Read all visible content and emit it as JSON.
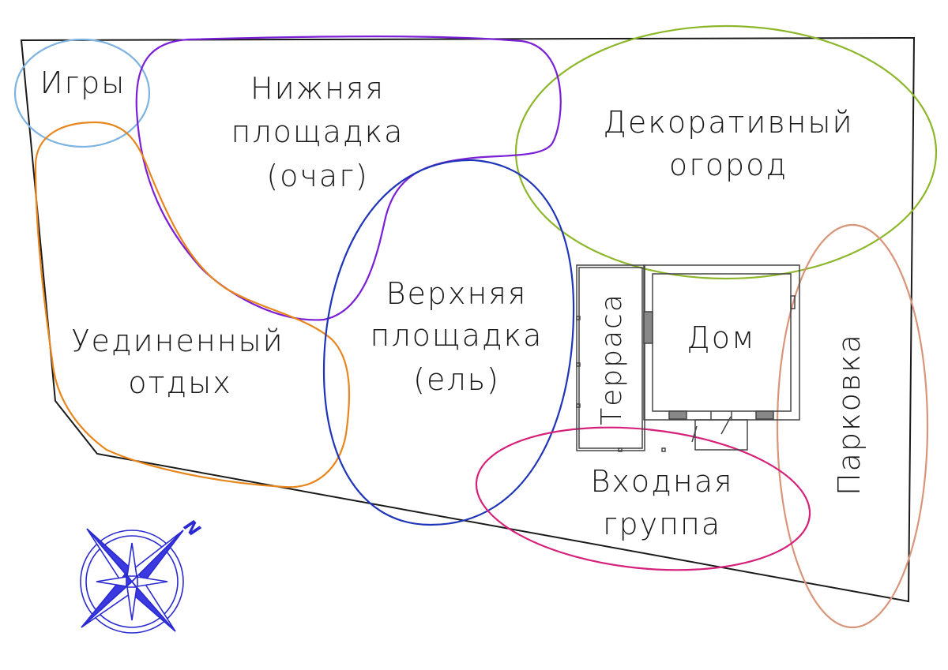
{
  "diagram": {
    "type": "site-zoning-plan",
    "colors": {
      "boundary": "#1a1a1a",
      "igry": "#7fb3e0",
      "nizhnyaya": "#7a1fd6",
      "uedinenny": "#e8861e",
      "verkhnyaya": "#1f35b8",
      "dekorativny": "#8db72a",
      "vkhodnaya": "#d6217a",
      "parkovka": "#d9957a",
      "compass": "#2a2ad0"
    },
    "zones": [
      {
        "id": "igry",
        "lines": [
          "Игры"
        ]
      },
      {
        "id": "nizhnyaya",
        "lines": [
          "Нижняя",
          "площадка",
          "(очаг)"
        ]
      },
      {
        "id": "uedinenny",
        "lines": [
          "Уединенный",
          "отдых"
        ]
      },
      {
        "id": "verkhnyaya",
        "lines": [
          "Верхняя",
          "площадка",
          "(ель)"
        ]
      },
      {
        "id": "dekorativny",
        "lines": [
          "Декоративный",
          "огород"
        ]
      },
      {
        "id": "vkhodnaya",
        "lines": [
          "Входная",
          "группа"
        ]
      },
      {
        "id": "parkovka",
        "lines": [
          "Парковка"
        ]
      }
    ],
    "house": {
      "label": "Дом",
      "terrace_label": "Терраса"
    },
    "compass": {
      "north_label": "N"
    }
  }
}
